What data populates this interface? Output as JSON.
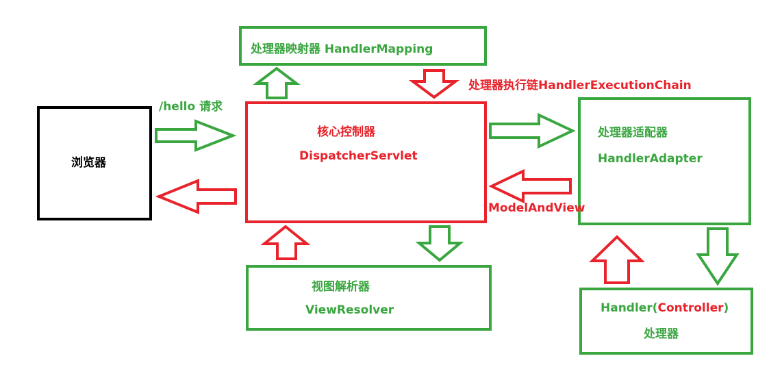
{
  "nodes": {
    "browser": {
      "label": "浏览器"
    },
    "dispatcher": {
      "title": "核心控制器",
      "subtitle": "DispatcherServlet"
    },
    "handler_mapping": {
      "label": "处理器映射器 HandlerMapping"
    },
    "handler_adapter": {
      "title": "处理器适配器",
      "subtitle": "HandlerAdapter"
    },
    "view_resolver": {
      "title": "视图解析器",
      "subtitle": "ViewResolver"
    },
    "handler": {
      "prefix": "Handler(",
      "controller": "Controller",
      "suffix": ")",
      "subtitle": "处理器"
    }
  },
  "edges": {
    "request": "/hello 请求",
    "execution_chain": "处理器执行链HandlerExecutionChain",
    "model_and_view": "ModelAndView"
  },
  "colors": {
    "green": "#3aa640",
    "red": "#e8232b",
    "black": "#000000"
  }
}
